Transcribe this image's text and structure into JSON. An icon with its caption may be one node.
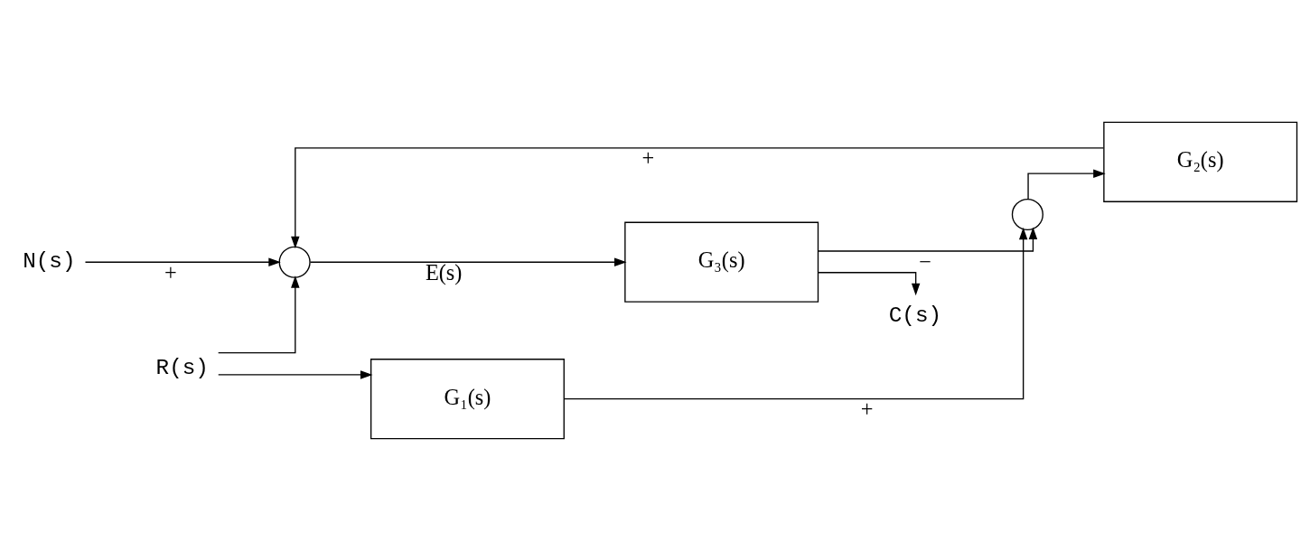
{
  "diagram": {
    "nodes": [
      {
        "text": [
          "R(s)"
        ]
      },
      {
        "text": [
          "N(s)"
        ]
      },
      {
        "text": [],
        "shape": "circle"
      },
      {
        "text": [
          "G₃(s)"
        ]
      },
      {
        "text": [
          "C(s)"
        ]
      },
      {
        "text": [
          "G₁(s)"
        ]
      },
      {
        "text": [
          "G₂(s)"
        ]
      },
      {
        "text": [],
        "shape": "circle"
      }
    ],
    "edges": [
      {
        "from": 0,
        "to": 2,
        "arrow": "to"
      },
      {
        "from": 0,
        "to": 5,
        "arrow": "to"
      },
      {
        "from": 1,
        "to": 2,
        "arrow": "to",
        "label": "+"
      },
      {
        "from": 2,
        "to": 3,
        "arrow": "to",
        "label": "E(s)"
      },
      {
        "from": 3,
        "to": 4,
        "arrow": "to"
      },
      {
        "from": 3,
        "to": 7,
        "arrow": "to",
        "label": "−"
      },
      {
        "from": 5,
        "to": 7,
        "arrow": "to",
        "label": "+"
      },
      {
        "from": 7,
        "to": 6,
        "arrow": "to"
      },
      {
        "from": 6,
        "to": 2,
        "arrow": "to",
        "label": "+"
      }
    ]
  }
}
